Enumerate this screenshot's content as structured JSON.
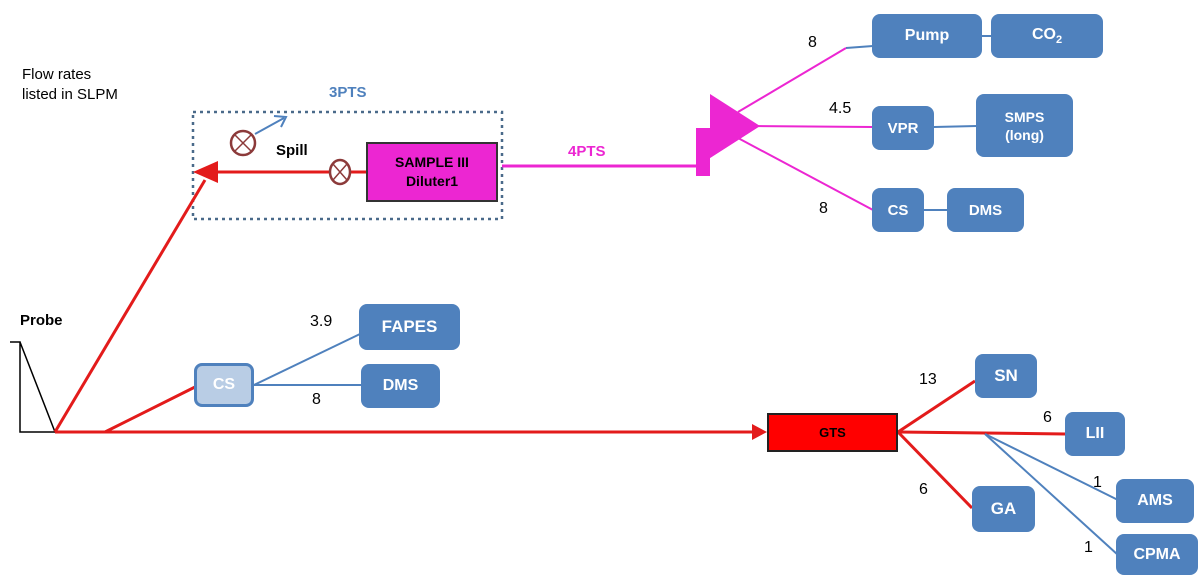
{
  "note": {
    "line1": "Flow rates",
    "line2": "listed in SLPM"
  },
  "labels": {
    "probe": "Probe",
    "spill": "Spill",
    "pts3": "3PTS",
    "pts4": "4PTS"
  },
  "boxes": {
    "sample": {
      "line1": "SAMPLE III",
      "line2": "Diluter1"
    },
    "pump": "Pump",
    "co2": {
      "base": "CO",
      "sub": "2"
    },
    "vpr": "VPR",
    "smps": {
      "line1": "SMPS",
      "line2": "(long)"
    },
    "cs_top": "CS",
    "dms_top": "DMS",
    "cs_bottom": "CS",
    "fapes": "FAPES",
    "dms_bottom": "DMS",
    "gts": "GTS",
    "sn": "SN",
    "lii": "LII",
    "ga": "GA",
    "ams": "AMS",
    "cpma": "CPMA"
  },
  "rates": {
    "pump": "8",
    "vpr": "4.5",
    "cs_top": "8",
    "fapes": "3.9",
    "dms_bottom": "8",
    "sn": "13",
    "lii": "6",
    "ga": "6",
    "ams": "1",
    "cpma": "1"
  },
  "colors": {
    "red_line": "#e31b1b",
    "magenta": "#ec26d2",
    "box_blue": "#4f81bd",
    "light_box": "#b9cde5",
    "pts_blue": "#4f81bd",
    "valve": "#8c3a3a"
  }
}
